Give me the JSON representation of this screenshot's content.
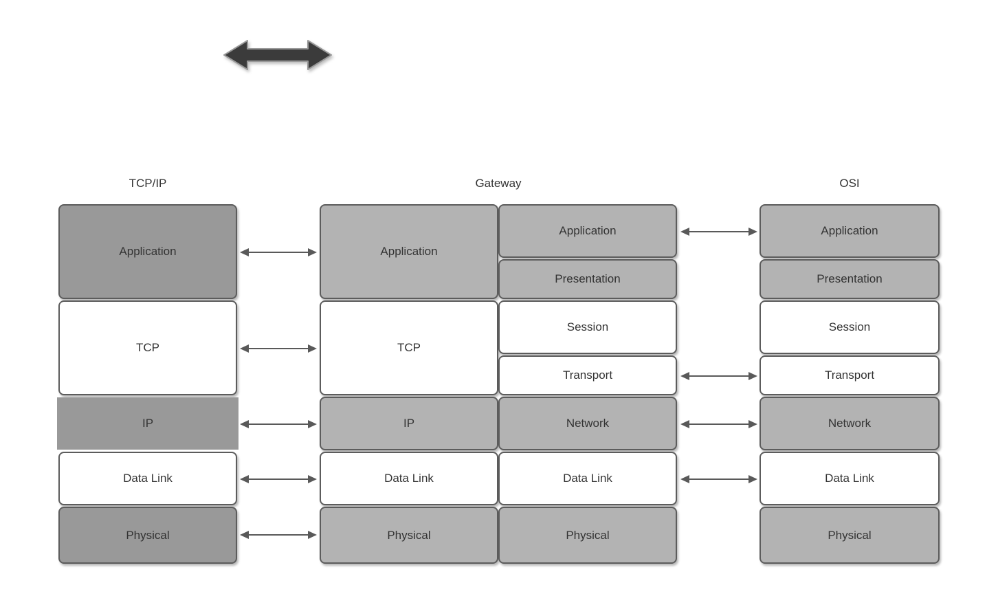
{
  "diagram": {
    "title_hint": "TCP/IP vs OSI model mapping through a Gateway",
    "headers": {
      "tcpip": "TCP/IP",
      "gateway": "Gateway",
      "osi": "OSI"
    },
    "tcpip_rows": [
      "Application",
      "TCP",
      "IP",
      "Data Link",
      "Physical"
    ],
    "gateway_left_rows": [
      "Application",
      "TCP",
      "IP",
      "Data Link",
      "Physical"
    ],
    "gateway_right_rows": [
      "Application",
      "Presentation",
      "Session",
      "Transport",
      "Network",
      "Data Link",
      "Physical"
    ],
    "osi_rows": [
      "Application",
      "Presentation",
      "Session",
      "Transport",
      "Network",
      "Data Link",
      "Physical"
    ],
    "connectors": {
      "tcpip_to_gateway": [
        "Application",
        "TCP",
        "IP",
        "Data Link",
        "Physical"
      ],
      "gateway_to_osi": [
        "Application",
        "Transport",
        "Network",
        "Data Link"
      ]
    },
    "icons": {
      "top_icon": "double-headed-arrow"
    },
    "colors": {
      "dark_gray_fill": "#999999",
      "light_gray_fill": "#b3b3b3",
      "white_fill": "#ffffff",
      "border": "#5c5c5c",
      "text": "#333333",
      "connector_arrow": "#595959",
      "block_arrow_fill": "#3b3b3b",
      "block_arrow_stroke": "#999999"
    }
  }
}
